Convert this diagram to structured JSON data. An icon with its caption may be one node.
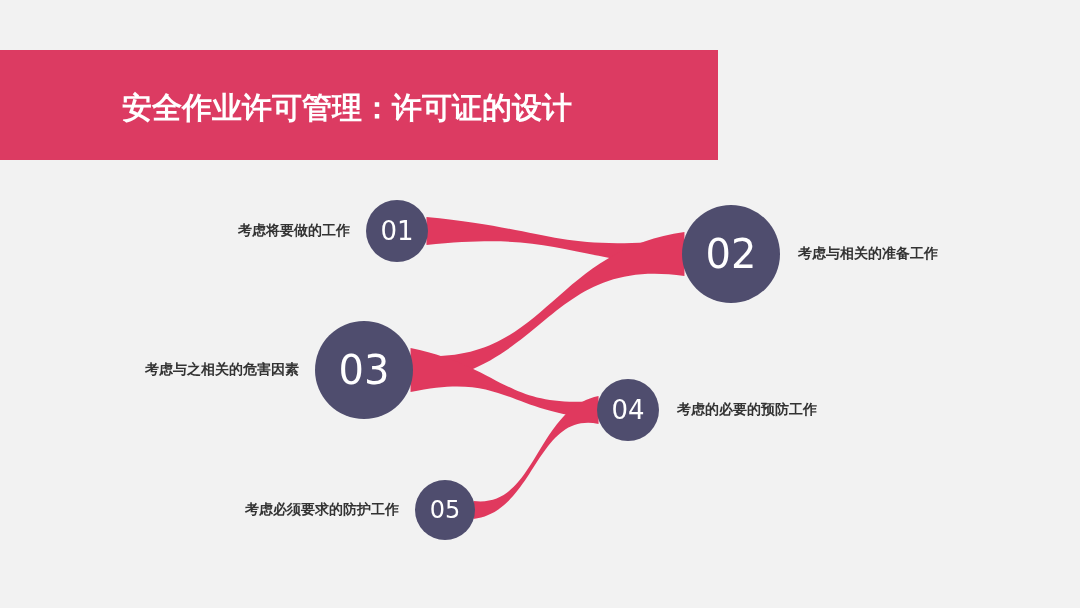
{
  "diagram": {
    "title": "安全作业许可管理：许可证的设计",
    "nodes": [
      {
        "text": [
          "01"
        ],
        "beside": [
          "考虑将要做的工作"
        ]
      },
      {
        "text": [
          "02"
        ],
        "beside": [
          "考虑与相关的准备工作"
        ]
      },
      {
        "text": [
          "03"
        ],
        "beside": [
          "考虑与之相关的危害因素"
        ]
      },
      {
        "text": [
          "04"
        ],
        "beside": [
          "考虑的必要的预防工作"
        ]
      },
      {
        "text": [
          "05"
        ],
        "beside": [
          "考虑必须要求的防护工作"
        ]
      }
    ],
    "edges": [
      {
        "from": 0,
        "to": 1,
        "arrow": "none"
      },
      {
        "from": 1,
        "to": 2,
        "arrow": "none"
      },
      {
        "from": 2,
        "to": 3,
        "arrow": "none"
      },
      {
        "from": 3,
        "to": 4,
        "arrow": "none"
      }
    ]
  }
}
